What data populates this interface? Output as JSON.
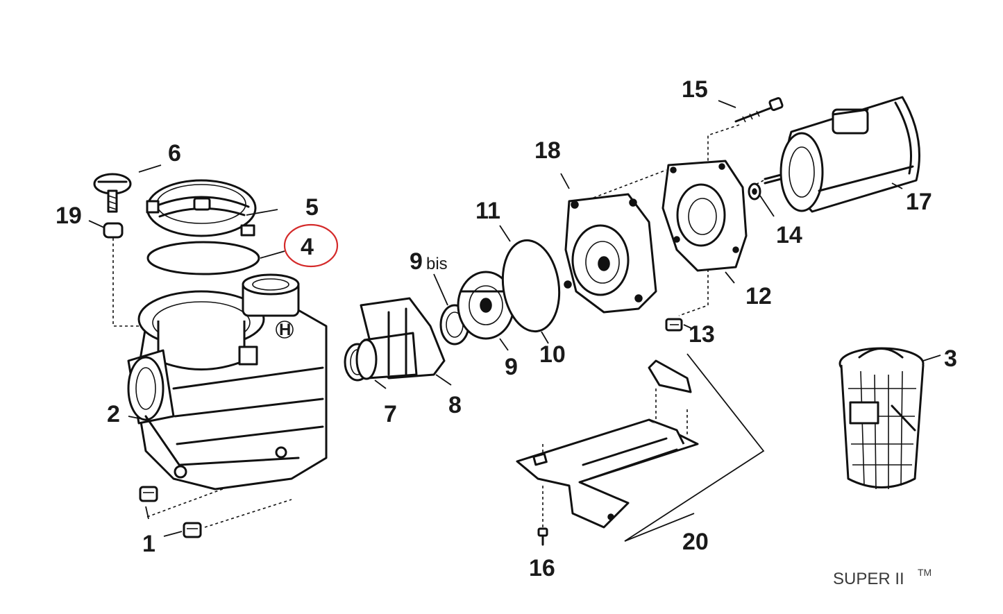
{
  "diagram": {
    "callouts": [
      {
        "id": "1",
        "text": "1"
      },
      {
        "id": "2",
        "text": "2"
      },
      {
        "id": "3",
        "text": "3"
      },
      {
        "id": "4",
        "text": "4",
        "highlighted": true
      },
      {
        "id": "5",
        "text": "5"
      },
      {
        "id": "6",
        "text": "6"
      },
      {
        "id": "7",
        "text": "7"
      },
      {
        "id": "8",
        "text": "8"
      },
      {
        "id": "9",
        "text": "9"
      },
      {
        "id": "9bis_num",
        "text": "9"
      },
      {
        "id": "9bis_suffix",
        "text": "bis"
      },
      {
        "id": "10",
        "text": "10"
      },
      {
        "id": "11",
        "text": "11"
      },
      {
        "id": "12",
        "text": "12"
      },
      {
        "id": "13",
        "text": "13"
      },
      {
        "id": "14",
        "text": "14"
      },
      {
        "id": "15",
        "text": "15"
      },
      {
        "id": "16",
        "text": "16"
      },
      {
        "id": "17",
        "text": "17"
      },
      {
        "id": "18",
        "text": "18"
      },
      {
        "id": "19",
        "text": "19"
      },
      {
        "id": "20",
        "text": "20"
      }
    ],
    "brand": "SUPER II",
    "trademark": "TM",
    "highlight_color": "#d42a2a",
    "ink_color": "#111111"
  }
}
